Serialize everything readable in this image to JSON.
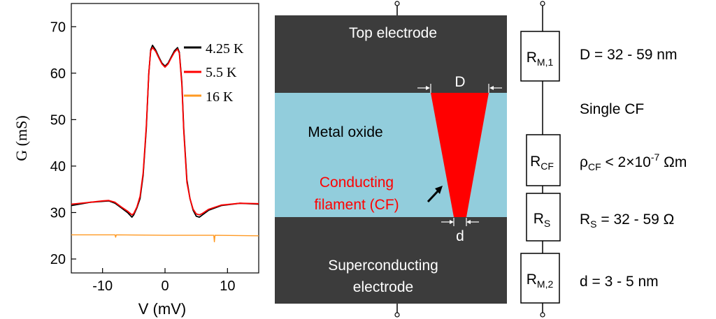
{
  "chart_data": {
    "type": "line",
    "xlabel": "V (mV)",
    "ylabel": "G (mS)",
    "xlim": [
      -15,
      15
    ],
    "ylim": [
      17,
      75
    ],
    "xticks": [
      -10,
      0,
      10
    ],
    "yticks": [
      20,
      30,
      40,
      50,
      60,
      70
    ],
    "legend_position": "top-right",
    "series": [
      {
        "name": "4.25 K",
        "color": "#000000",
        "points": [
          [
            -15,
            31.5
          ],
          [
            -12,
            32.2
          ],
          [
            -10,
            32.4
          ],
          [
            -9,
            32.5
          ],
          [
            -8,
            32
          ],
          [
            -7,
            31
          ],
          [
            -6,
            30
          ],
          [
            -5.3,
            29
          ],
          [
            -5,
            29.5
          ],
          [
            -4.5,
            31
          ],
          [
            -4,
            33
          ],
          [
            -3.5,
            38
          ],
          [
            -3,
            48
          ],
          [
            -2.6,
            60
          ],
          [
            -2.3,
            65
          ],
          [
            -2,
            66
          ],
          [
            -1.5,
            65
          ],
          [
            -1,
            63.5
          ],
          [
            -0.5,
            62.2
          ],
          [
            0,
            61.5
          ],
          [
            0.5,
            62.2
          ],
          [
            1,
            63.5
          ],
          [
            1.5,
            64.8
          ],
          [
            2,
            65.5
          ],
          [
            2.3,
            64.5
          ],
          [
            2.7,
            58
          ],
          [
            3,
            48
          ],
          [
            3.5,
            37
          ],
          [
            4,
            33
          ],
          [
            4.5,
            30.5
          ],
          [
            5,
            29.2
          ],
          [
            5.5,
            29
          ],
          [
            6,
            29.5
          ],
          [
            7,
            30.5
          ],
          [
            9,
            31.5
          ],
          [
            12,
            32
          ],
          [
            15,
            31.8
          ]
        ]
      },
      {
        "name": "5.5 K",
        "color": "#ff0000",
        "points": [
          [
            -15,
            31.8
          ],
          [
            -12,
            32.2
          ],
          [
            -10,
            32.5
          ],
          [
            -9,
            32.6
          ],
          [
            -8,
            32.2
          ],
          [
            -7,
            31.2
          ],
          [
            -6,
            30.3
          ],
          [
            -5.3,
            29.5
          ],
          [
            -5,
            29.8
          ],
          [
            -4.5,
            31.2
          ],
          [
            -4,
            33.5
          ],
          [
            -3.5,
            38.5
          ],
          [
            -3,
            48.5
          ],
          [
            -2.6,
            60
          ],
          [
            -2.3,
            64.8
          ],
          [
            -2,
            65.5
          ],
          [
            -1.5,
            64.7
          ],
          [
            -1,
            63.3
          ],
          [
            -0.5,
            62
          ],
          [
            0,
            61.3
          ],
          [
            0.5,
            62
          ],
          [
            1,
            63.3
          ],
          [
            1.5,
            64.5
          ],
          [
            2,
            65.2
          ],
          [
            2.3,
            64.3
          ],
          [
            2.7,
            57.5
          ],
          [
            3,
            47.5
          ],
          [
            3.5,
            36.5
          ],
          [
            4,
            33
          ],
          [
            4.5,
            30.7
          ],
          [
            5,
            29.7
          ],
          [
            5.5,
            29.5
          ],
          [
            6,
            29.8
          ],
          [
            7,
            30.7
          ],
          [
            9,
            31.6
          ],
          [
            12,
            32
          ],
          [
            15,
            31.9
          ]
        ]
      },
      {
        "name": "16 K",
        "color": "#ff9922",
        "points": [
          [
            -15,
            25.2
          ],
          [
            -8,
            25.2
          ],
          [
            -7.9,
            24.7
          ],
          [
            -7.8,
            25.2
          ],
          [
            0,
            25.1
          ],
          [
            7.8,
            25.1
          ],
          [
            7.9,
            23.7
          ],
          [
            8,
            25.1
          ],
          [
            15,
            25.0
          ]
        ]
      }
    ]
  },
  "diagram": {
    "top_electrode": "Top electrode",
    "metal_oxide": "Metal oxide",
    "cf_label_line1": "Conducting",
    "cf_label_line2": "filament (CF)",
    "bottom_line1": "Superconducting",
    "bottom_line2": "electrode",
    "d_upper": "D",
    "d_lower": "d",
    "colors": {
      "electrode": "#3c3c3c",
      "oxide": "#92cddc",
      "filament": "#ff0000"
    }
  },
  "circuit": {
    "r_m1_main": "R",
    "r_m1_sub": "M,1",
    "r_cf_main": "R",
    "r_cf_sub": "CF",
    "r_s_main": "R",
    "r_s_sub": "S",
    "r_m2_main": "R",
    "r_m2_sub": "M,2",
    "label_D": "D = 32 - 59 nm",
    "label_single": "Single CF",
    "rho_main": "ρ",
    "rho_sub": "CF",
    "rho_mid": " < 2×10",
    "rho_sup": "-7",
    "rho_unit": " Ωm",
    "rs_main": "R",
    "rs_sub": "S",
    "rs_rest": " = 32 - 59 Ω",
    "label_d": "d = 3 - 5 nm"
  }
}
